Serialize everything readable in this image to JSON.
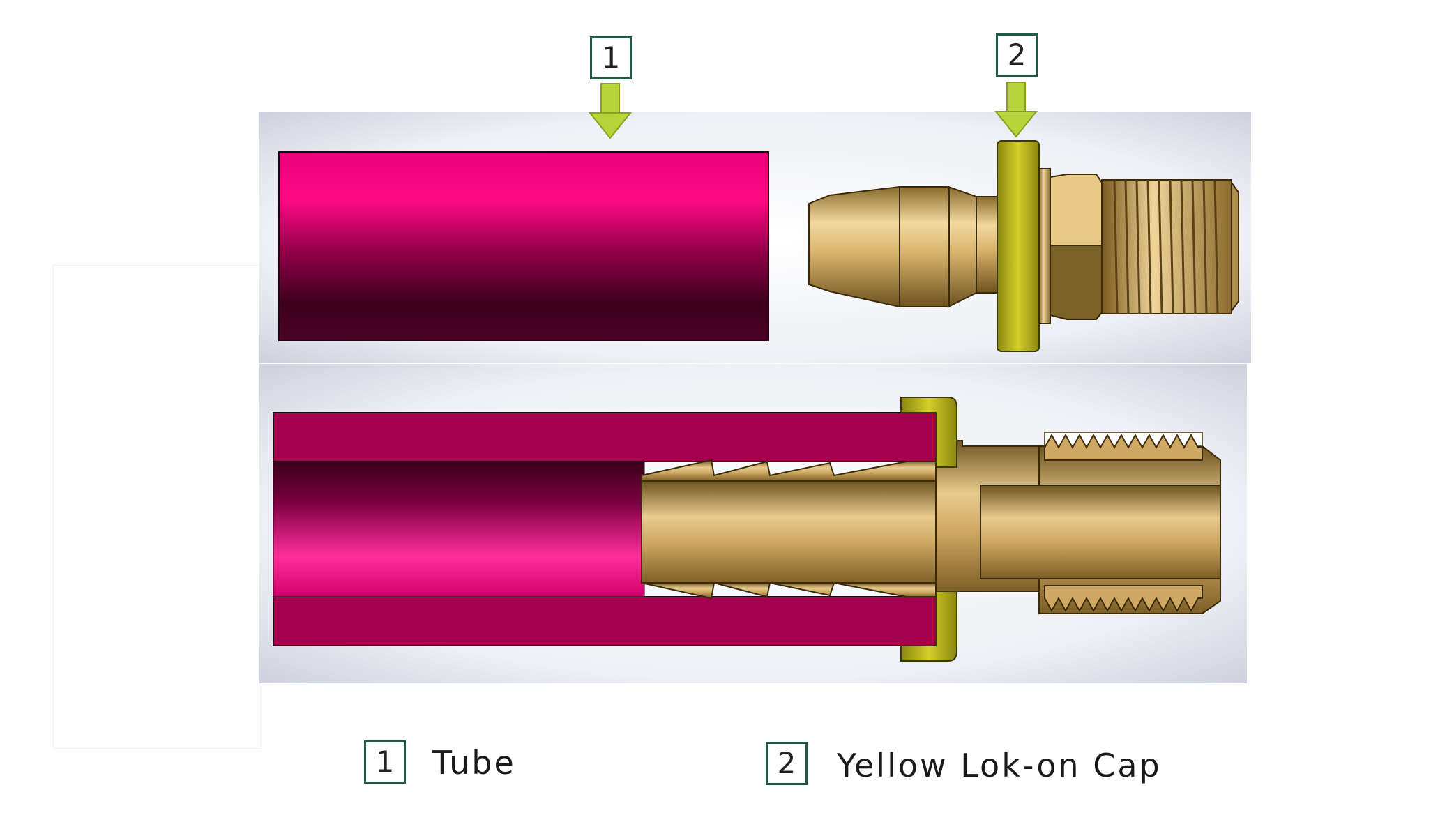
{
  "callouts": [
    {
      "number": "1",
      "label": "Tube"
    },
    {
      "number": "2",
      "label": "Yellow Lok-on Cap"
    }
  ],
  "colors": {
    "tube": "#a8004f",
    "tube_highlight": "#ff2d9a",
    "tube_shadow": "#3b0018",
    "brass": "#d9b36b",
    "brass_dark": "#7a5a1e",
    "cap": "#b8b51c",
    "arrow": "#b9d43a",
    "box_border": "#1f5a43",
    "panel_bg": "#dfe1ea"
  }
}
